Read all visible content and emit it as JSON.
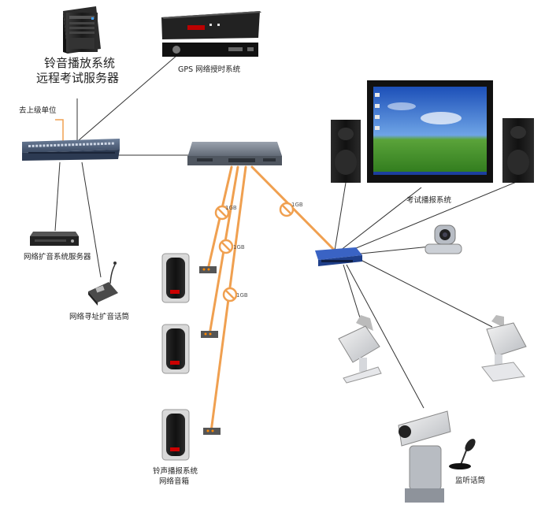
{
  "labels": {
    "server_line1": "铃音播放系统",
    "server_line2": "远程考试服务器",
    "gps": "GPS 网络授时系统",
    "uplink": "去上级单位",
    "pa_server": "网络扩音系统服务器",
    "paging_mic": "网络寻址扩音话筒",
    "exam_broadcast": "考试播报系统",
    "speaker_line1": "铃声播报系统",
    "speaker_line2": "网络音箱",
    "monitor_mic": "监听话筒",
    "fiber_a": "1GB",
    "fiber_b": "1GB",
    "fiber_c": "1GB",
    "fiber_d": "1GB"
  },
  "colors": {
    "fiber": "#f0a050",
    "link": "#333333",
    "switch_blue": "#2a4b8f",
    "device_dark": "#1e1e1e"
  },
  "icons": [
    "tower-server-icon",
    "gps-rack-icon",
    "core-switch-icon",
    "aggregation-switch-icon",
    "pa-amplifier-icon",
    "paging-microphone-icon",
    "network-speaker-icon",
    "media-converter-icon",
    "fiber-coil-icon",
    "poe-switch-icon",
    "monitor-icon",
    "loudspeaker-icon",
    "ptz-camera-icon",
    "dome-camera-icon",
    "bullet-camera-icon",
    "microphone-icon"
  ]
}
